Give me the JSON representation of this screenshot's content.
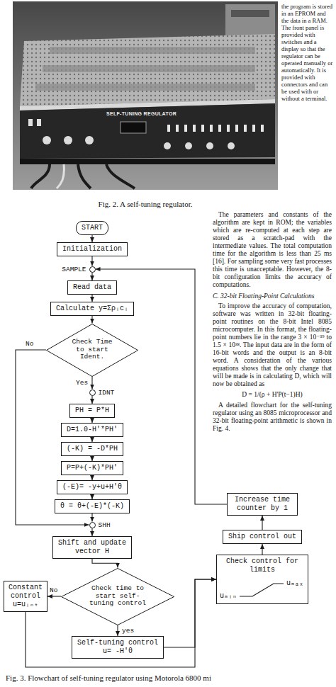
{
  "diagram": {
    "caption": "Fig. 3. Flowchart of self-tuning regulator using Motorola 6800 mi",
    "nodes": [
      {
        "text": [
          "START"
        ]
      },
      {
        "text": [
          "Initialization"
        ]
      },
      {
        "text": [
          "SAMPLE"
        ]
      },
      {
        "text": [
          "Read data"
        ]
      },
      {
        "text": [
          "Calculate y=Σρᵢcᵢ"
        ]
      },
      {
        "text": [
          "Check Time to start Ident."
        ]
      },
      {
        "text": [
          "IDNT"
        ]
      },
      {
        "text": [
          "PH = P*H"
        ]
      },
      {
        "text": [
          "D=1.0-H'*PH'"
        ]
      },
      {
        "text": [
          "(-K) = -D*PH"
        ]
      },
      {
        "text": [
          "P=P+(-K)*PH'"
        ]
      },
      {
        "text": [
          "(-E)= -y+u+H'θ"
        ]
      },
      {
        "text": [
          "θ = θ+(-E)*(-K)"
        ]
      },
      {
        "text": [
          "SHH"
        ]
      },
      {
        "text": [
          "Shift and update vector H"
        ]
      },
      {
        "text": [
          "Check time to start self-tuning control"
        ]
      },
      {
        "text": [
          "Constant control",
          "u=uᵢₙₜ"
        ]
      },
      {
        "text": [
          "Self-tuning control",
          "u= -H'θ"
        ]
      },
      {
        "text": [
          "Check control for limits",
          "uₘᵢₙ",
          "uₘₐₓ"
        ]
      },
      {
        "text": [
          "Ship control out"
        ]
      },
      {
        "text": [
          "Increase time counter by 1"
        ]
      }
    ],
    "edges": [
      {
        "from": 0,
        "to": 1,
        "arrow": "to"
      },
      {
        "from": 1,
        "to": 2,
        "arrow": "to"
      },
      {
        "from": 2,
        "to": 3,
        "arrow": "to"
      },
      {
        "from": 3,
        "to": 4,
        "arrow": "to"
      },
      {
        "from": 4,
        "to": 5,
        "arrow": "to"
      },
      {
        "from": 5,
        "to": 6,
        "label": "Yes",
        "arrow": "to"
      },
      {
        "from": 5,
        "to": 13,
        "label": "No",
        "arrow": "to"
      },
      {
        "from": 6,
        "to": 7,
        "arrow": "to"
      },
      {
        "from": 7,
        "to": 8,
        "arrow": "to"
      },
      {
        "from": 8,
        "to": 9,
        "arrow": "to"
      },
      {
        "from": 9,
        "to": 10,
        "arrow": "to"
      },
      {
        "from": 10,
        "to": 11,
        "arrow": "to"
      },
      {
        "from": 11,
        "to": 12,
        "arrow": "to"
      },
      {
        "from": 12,
        "to": 13,
        "arrow": "to"
      },
      {
        "from": 13,
        "to": 14,
        "arrow": "to"
      },
      {
        "from": 14,
        "to": 15,
        "arrow": "to"
      },
      {
        "from": 15,
        "to": 16,
        "label": "No",
        "arrow": "to"
      },
      {
        "from": 15,
        "to": 17,
        "label": "yes",
        "arrow": "to"
      },
      {
        "from": 16,
        "to": 18,
        "arrow": "to"
      },
      {
        "from": 17,
        "to": 18,
        "arrow": "to"
      },
      {
        "from": 18,
        "to": 19,
        "arrow": "to"
      },
      {
        "from": 19,
        "to": 20,
        "arrow": "to"
      },
      {
        "from": 20,
        "to": 2,
        "arrow": "to"
      }
    ],
    "labels": [
      "SELF-TUNING REGULATOR",
      "Fig. 2. A self-tuning regulator.",
      "the program is stored in an EPROM and the data in a RAM. The front panel is provided with switches and a display so that the regulator can be operated manually or automatically. It is provided with connectors and can be used with or without a terminal.",
      "The parameters and constants of the algorithm are kept in ROM; the variables which are re-computed at each step are stored as a scratch-pad with the intermediate values. The total computation time for the algorithm is less than 25 ms [16]. For sampling some very fast processes this time is unacceptable. However, the 8-bit configuration limits the accuracy of computations.",
      "C. 32-bit Floating-Point Calculations",
      "To improve the accuracy of computation, software was written in 32-bit floating-point routines on the 8-bit Intel 8085 microcomputer. In this format, the floating-point numbers lie in the range 3 × 10⁻³⁹ to 1.5 × 10³⁸. The input data are in the form of 16-bit words and the output is an 8-bit word. A consideration of the various equations shows that the only change that will be made is in calculating D, which will now be obtained as",
      "D = 1/(ρ + H'P(t−1)H)",
      "A detailed flowchart for the self-tuning regulator using an 8085 microprocessor and 32-bit floating-point arithmetic is shown in Fig. 4."
    ]
  }
}
